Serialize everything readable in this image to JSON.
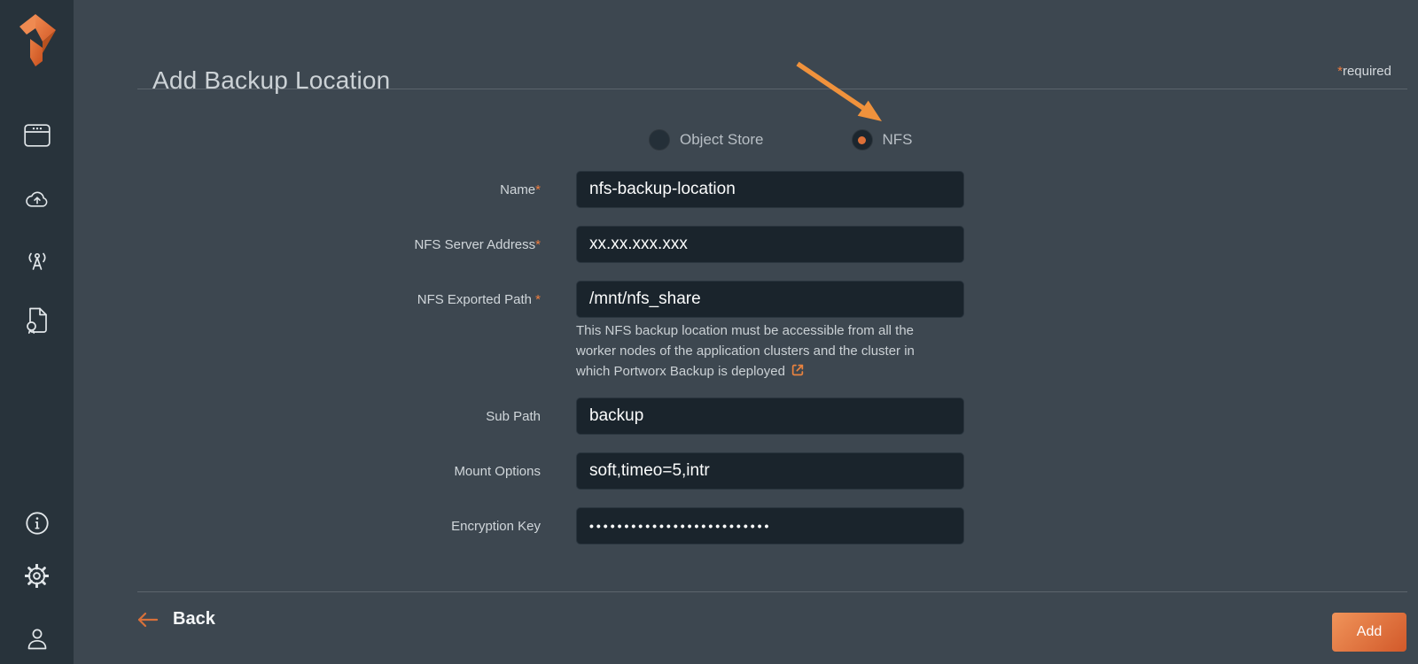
{
  "colors": {
    "accent_orange": "#e8793f",
    "annotation_arrow_orange": "#f0923c",
    "sidebar_bg": "#28333b",
    "main_bg": "#3d4750",
    "input_bg": "#1a242c",
    "add_button_gradient_start": "#f0945a",
    "add_button_gradient_end": "#d2592a"
  },
  "sidebar": {
    "icons": [
      "portworx-logo",
      "app-window",
      "cloud-upload",
      "broadcast",
      "license",
      "info",
      "settings",
      "user"
    ]
  },
  "header": {
    "title": "Add Backup Location",
    "required_mark": "*",
    "required_text": "required"
  },
  "radio_group": {
    "options": [
      {
        "label": "Object Store",
        "selected": false
      },
      {
        "label": "NFS",
        "selected": true
      }
    ]
  },
  "form": {
    "fields": [
      {
        "label": "Name",
        "required_mark": "*",
        "value": "nfs-backup-location"
      },
      {
        "label": "NFS Server Address",
        "required_mark": "*",
        "value": "xx.xx.xxx.xxx"
      },
      {
        "label": "NFS Exported Path ",
        "required_mark": "*",
        "value": "/mnt/nfs_share"
      },
      {
        "label": "Sub Path",
        "required_mark": "",
        "value": "backup"
      },
      {
        "label": "Mount Options",
        "required_mark": "",
        "value": "soft,timeo=5,intr"
      },
      {
        "label": "Encryption Key",
        "required_mark": "",
        "value": "••••••••••••••••••••••••••"
      }
    ],
    "help_lines": [
      "This NFS backup location must be accessible from all the",
      "worker nodes of the application clusters and the cluster in",
      "which Portworx Backup is deployed"
    ]
  },
  "footer": {
    "back_label": "Back",
    "add_label": "Add"
  }
}
